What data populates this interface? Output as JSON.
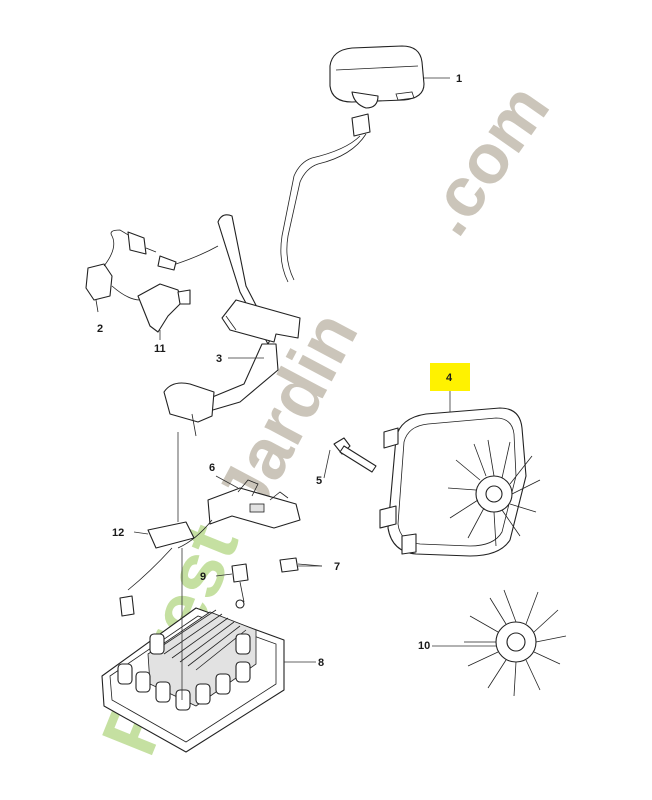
{
  "diagram": {
    "callouts": [
      {
        "id": "1",
        "text": "1"
      },
      {
        "id": "2",
        "text": "2"
      },
      {
        "id": "3",
        "text": "3"
      },
      {
        "id": "4",
        "text": "4"
      },
      {
        "id": "5",
        "text": "5"
      },
      {
        "id": "6",
        "text": "6"
      },
      {
        "id": "7",
        "text": "7"
      },
      {
        "id": "8",
        "text": "8"
      },
      {
        "id": "9",
        "text": "9"
      },
      {
        "id": "10",
        "text": "10"
      },
      {
        "id": "11",
        "text": "11"
      },
      {
        "id": "12",
        "text": "12"
      }
    ],
    "highlight_color": "#fff200",
    "watermark": {
      "part1": "Forest",
      "part2": "Jardin",
      "part3": ".com",
      "green_color": "#b7d98a",
      "gray_color": "#c3bcae"
    }
  }
}
